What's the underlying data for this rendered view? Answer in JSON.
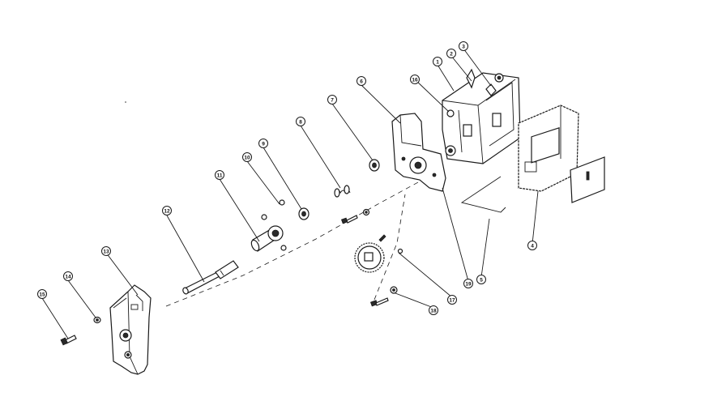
{
  "callouts": [
    {
      "id": "c1",
      "label": "1"
    },
    {
      "id": "c2",
      "label": "2"
    },
    {
      "id": "c3",
      "label": "3"
    },
    {
      "id": "c4",
      "label": "4"
    },
    {
      "id": "c5",
      "label": "5"
    },
    {
      "id": "c6",
      "label": "6"
    },
    {
      "id": "c7",
      "label": "7"
    },
    {
      "id": "c8",
      "label": "8"
    },
    {
      "id": "c9",
      "label": "9"
    },
    {
      "id": "c10",
      "label": "10"
    },
    {
      "id": "c11",
      "label": "11"
    },
    {
      "id": "c12",
      "label": "12"
    },
    {
      "id": "c13",
      "label": "13"
    },
    {
      "id": "c14",
      "label": "14"
    },
    {
      "id": "c15",
      "label": "15"
    },
    {
      "id": "c16",
      "label": "16"
    },
    {
      "id": "c17",
      "label": "17"
    },
    {
      "id": "c18",
      "label": "18"
    },
    {
      "id": "c19",
      "label": "19"
    }
  ]
}
